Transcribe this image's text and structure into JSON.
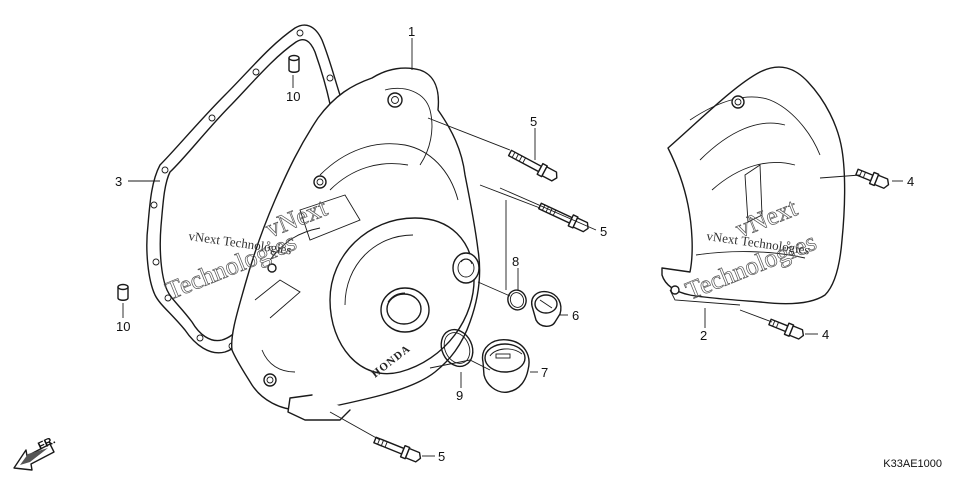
{
  "diagram": {
    "figure_code": "K33AE1000",
    "direction_marker": "FR.",
    "brand_marking": "HONDA",
    "watermark_lines": [
      "vNext",
      "Technologies",
      "vNext Technologies"
    ],
    "callouts": [
      {
        "id": "part-1",
        "label": "1"
      },
      {
        "id": "part-2",
        "label": "2"
      },
      {
        "id": "part-3",
        "label": "3"
      },
      {
        "id": "part-4a",
        "label": "4"
      },
      {
        "id": "part-4b",
        "label": "4"
      },
      {
        "id": "part-5a",
        "label": "5"
      },
      {
        "id": "part-5b",
        "label": "5"
      },
      {
        "id": "part-5c",
        "label": "5"
      },
      {
        "id": "part-6",
        "label": "6"
      },
      {
        "id": "part-7",
        "label": "7"
      },
      {
        "id": "part-8",
        "label": "8"
      },
      {
        "id": "part-9",
        "label": "9"
      },
      {
        "id": "part-10a",
        "label": "10"
      },
      {
        "id": "part-10b",
        "label": "10"
      }
    ]
  }
}
